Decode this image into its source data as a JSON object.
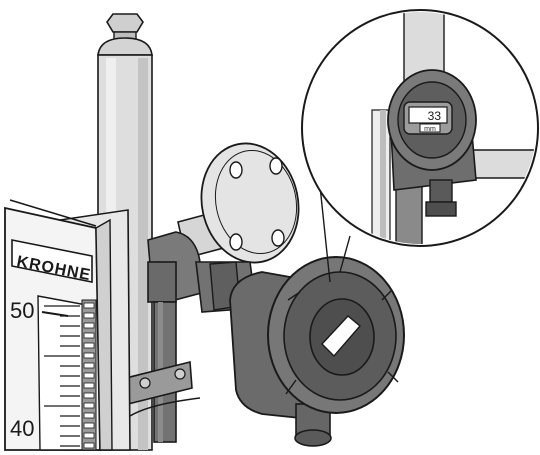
{
  "brand": {
    "name": "KROHNE"
  },
  "scale": {
    "upper_label": "50",
    "lower_label": "40"
  },
  "display": {
    "reading": "33",
    "unit": "mm"
  },
  "colors": {
    "line": "#1a1a1a",
    "light_gray": "#dcdcdc",
    "mid_gray": "#a8a8a8",
    "dark_gray": "#6e6e6e",
    "darker_gray": "#555555",
    "white": "#ffffff"
  }
}
